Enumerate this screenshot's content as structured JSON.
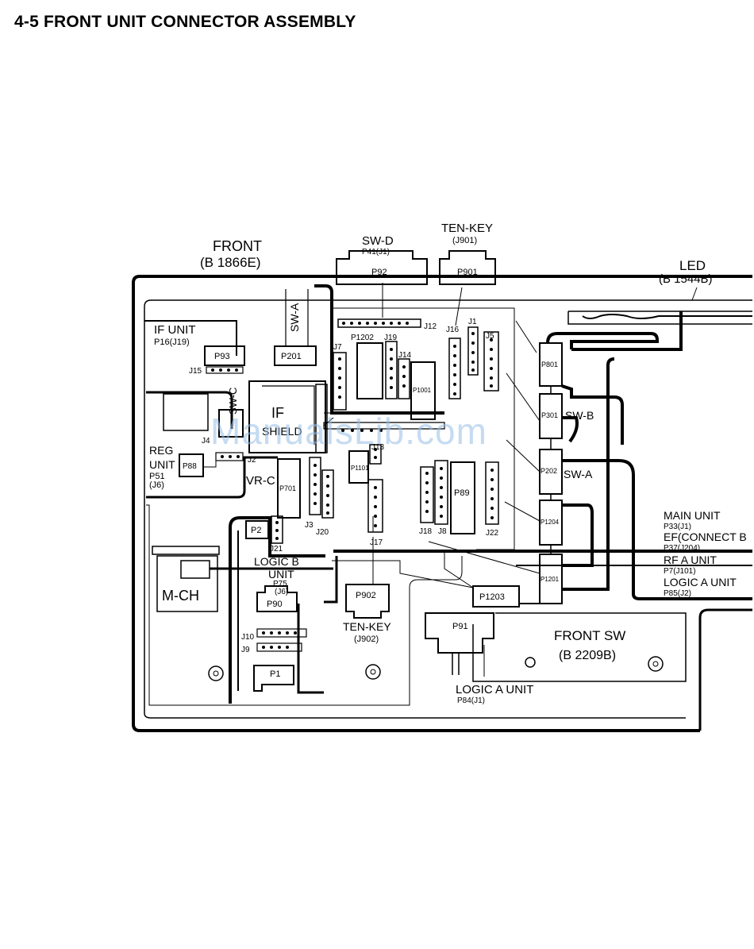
{
  "page": {
    "title": "4-5 FRONT UNIT CONNECTOR ASSEMBLY"
  },
  "watermark": "ManualsLib.com",
  "labels": {
    "front": "FRONT",
    "front_code": "(B 1866E)",
    "swd": "SW-D",
    "swd_sub": "P41(J1)",
    "tenkey_top": "TEN-KEY",
    "tenkey_top_sub": "(J901)",
    "led": "LED",
    "led_code": "(B 1544B)",
    "if_unit": "IF UNIT",
    "if_unit_sub": "P16(J19)",
    "reg": "REG",
    "unit": "UNIT",
    "reg_sub1": "P51",
    "reg_sub2": "(J6)",
    "swa_vert": "SW-A",
    "swc_vert": "SW-C",
    "if_shield_1": "IF",
    "if_shield_2": "SHIELD",
    "vrc": "VR-C",
    "mch": "M-CH",
    "logic_b": "LOGIC B",
    "logic_b_unit": "UNIT",
    "p75": "P75",
    "j6": "(J6)",
    "tenkey_bot": "TEN-KEY",
    "tenkey_bot_sub": "(J902)",
    "logic_a": "LOGIC A UNIT",
    "logic_a_sub": "P84(J1)",
    "front_sw": "FRONT SW",
    "front_sw_code": "(B 2209B)",
    "swb": "SW-B",
    "swa": "SW-A",
    "main_unit": "MAIN UNIT",
    "main_sub": "P33(J1)",
    "ef": "EF(CONNECT B",
    "ef_sub": "P37(J204)",
    "rfa": "RF A UNIT",
    "rfa_sub": "P7(J101)",
    "logica_unit": "LOGIC A UNIT",
    "logica_sub": "P85(J2)"
  },
  "connectors": {
    "p92": "P92",
    "p901": "P901",
    "p93": "P93",
    "p201": "P201",
    "p88": "P88",
    "p701": "P701",
    "p1202": "P1202",
    "p1001": "P1001",
    "p1101": "P1101",
    "p89": "P89",
    "p801": "P801",
    "p301": "P301",
    "p202": "P202",
    "p1204": "P1204",
    "p1201": "P1201",
    "p1203": "P1203",
    "p2": "P2",
    "p90": "P90",
    "p1": "P1",
    "p902": "P902",
    "p91": "P91"
  },
  "jacks": {
    "j12": "J12",
    "j16": "J16",
    "j1": "J1",
    "j19": "J19",
    "j14": "J14",
    "j5": "J5",
    "j7": "J7",
    "j15": "J15",
    "j4": "J4",
    "j2": "J2",
    "j3": "J3",
    "j13": "J13",
    "j20": "J20",
    "j21": "J21",
    "j17": "J17",
    "j18": "J18",
    "j8": "J8",
    "j22": "J22",
    "j10": "J10",
    "j9": "J9"
  }
}
